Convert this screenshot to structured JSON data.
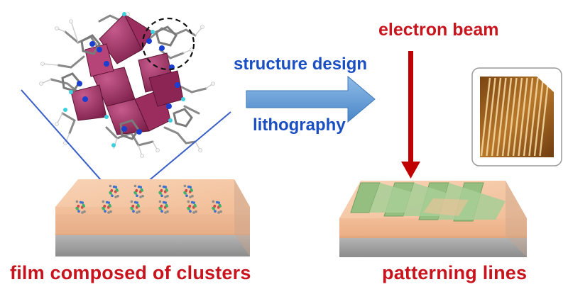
{
  "labels": {
    "film": "film composed of clusters",
    "patterning": "patterning lines",
    "electron_beam": "electron beam",
    "structure_design": "structure design",
    "lithography": "lithography"
  },
  "colors": {
    "label_red": "#c8141c",
    "label_blue": "#1a4fc4",
    "arrow_blue": "#5b9bd5",
    "beam_arrow": "#c00000",
    "film_top": "#f4c7a6",
    "substrate": "#a6a6a6",
    "pattern_line": "#8fbf7f",
    "polyhedron": "#a8336a",
    "nitrogen": "#1a3fd0",
    "carbon": "#9a9a9a",
    "afm_background": "#a86a20",
    "afm_lines": "#f3d7a0"
  },
  "icons": {
    "cluster_model": "molecular-cluster-model",
    "highlight_circle": "dashed-highlight-circle",
    "afm_image": "afm-line-pattern-image"
  }
}
